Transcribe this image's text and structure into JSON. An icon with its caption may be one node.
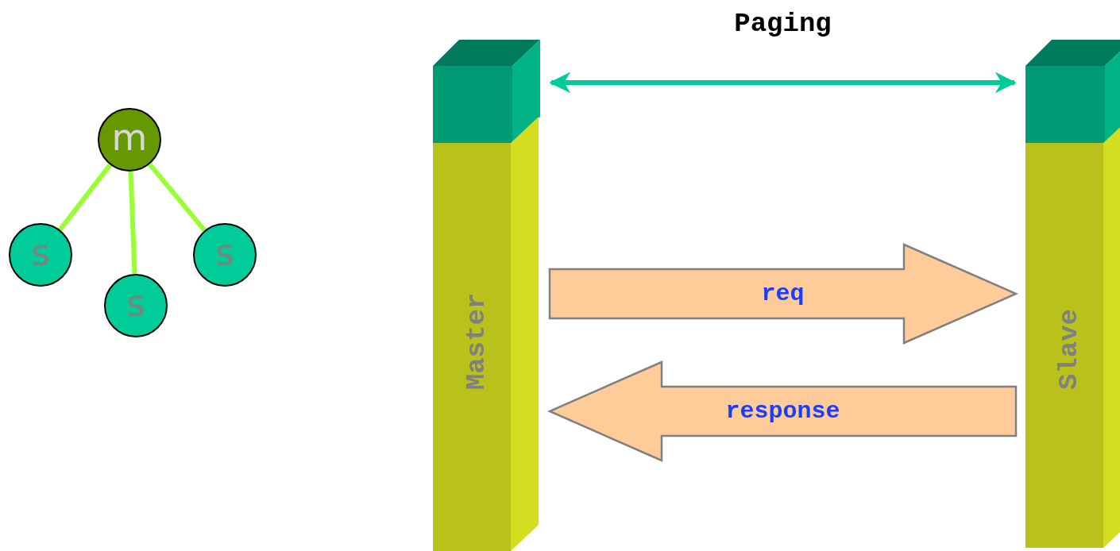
{
  "diagram": {
    "nodes": [
      {
        "text": [
          "m"
        ]
      },
      {
        "text": [
          "s"
        ]
      },
      {
        "text": [
          "s"
        ]
      },
      {
        "text": [
          "s"
        ]
      },
      {
        "text": [
          "Master"
        ]
      },
      {
        "text": [
          "Slave"
        ]
      }
    ],
    "edges": [
      {
        "from": 0,
        "to": 1,
        "arrow": "none"
      },
      {
        "from": 0,
        "to": 2,
        "arrow": "none"
      },
      {
        "from": 0,
        "to": 3,
        "arrow": "none"
      },
      {
        "from": 4,
        "to": 5,
        "arrow": "both",
        "label": "Paging",
        "color": "#00cc99"
      },
      {
        "from": 4,
        "to": 5,
        "arrow": "to",
        "label": "req",
        "style": "thick",
        "color": "#ffcc99"
      },
      {
        "from": 5,
        "to": 4,
        "arrow": "to",
        "label": "response",
        "style": "thick",
        "color": "#ffcc99"
      }
    ]
  }
}
